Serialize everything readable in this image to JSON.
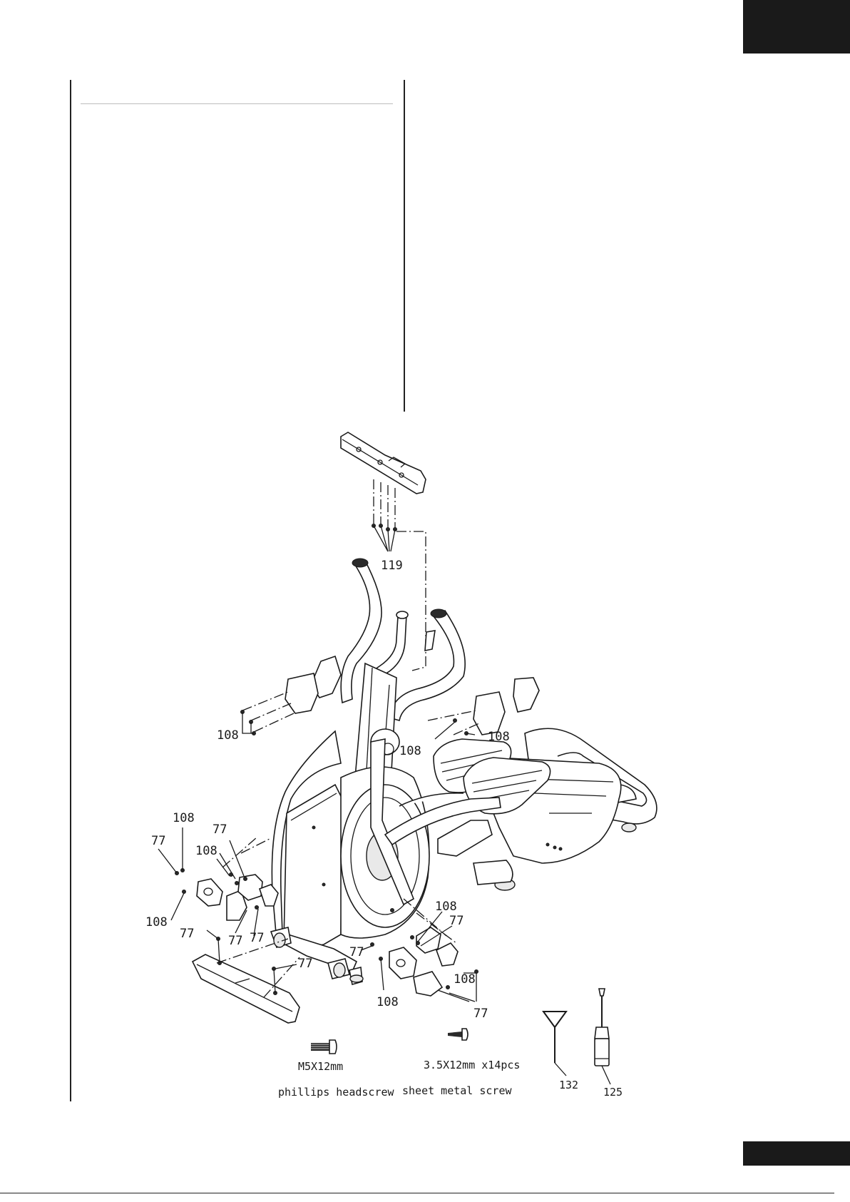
{
  "labels": {
    "l119": "119",
    "l108": "108",
    "l77": "77",
    "l132": "132",
    "l125": "125"
  },
  "hardware": {
    "screw1_size": "M5X12mm",
    "screw1_name": "phillips headscrew",
    "screw2_size": "3.5X12mm x14pcs",
    "screw2_name": "sheet metal screw"
  }
}
